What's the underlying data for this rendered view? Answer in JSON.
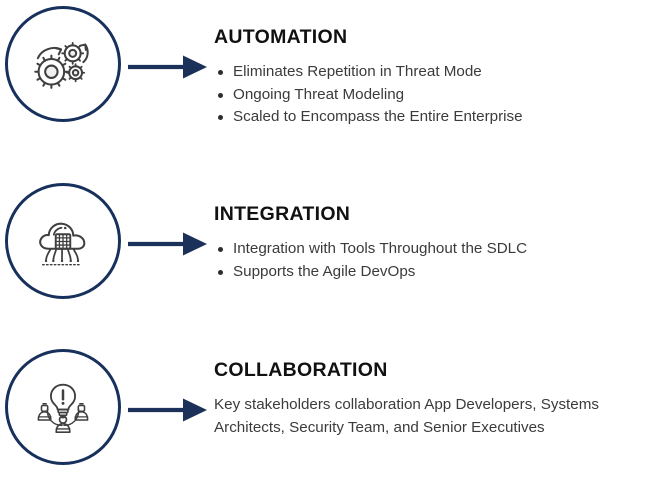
{
  "colors": {
    "navy": "#17305c",
    "arrow": "#1b3159",
    "icon_stroke": "#3f3f3f",
    "heading": "#111111",
    "body_text": "#3b3b3b",
    "background": "#ffffff",
    "bullet": "#2d2d2d"
  },
  "sections": [
    {
      "icon": "gears-icon",
      "arrow": "arrow-right-icon",
      "heading": "AUTOMATION",
      "bullets": [
        "Eliminates Repetition in Threat Mode",
        "Ongoing Threat Modeling",
        "Scaled to Encompass the Entire Enterprise"
      ],
      "paragraph": null
    },
    {
      "icon": "cloud-chip-icon",
      "arrow": "arrow-right-icon",
      "heading": "INTEGRATION",
      "bullets": [
        "Integration with Tools Throughout the SDLC",
        "Supports the Agile DevOps"
      ],
      "paragraph": null
    },
    {
      "icon": "collaboration-lightbulb-people-icon",
      "arrow": "arrow-right-icon",
      "heading": "COLLABORATION",
      "bullets": [],
      "paragraph": "Key stakeholders collaboration App Developers, Systems Architects, Security Team, and Senior Executives"
    }
  ]
}
